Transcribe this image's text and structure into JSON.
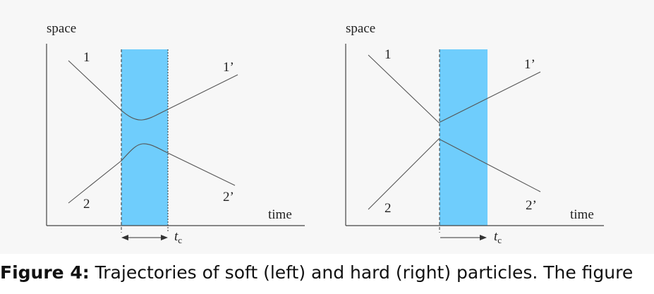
{
  "figure": {
    "left_panel": {
      "y_axis_label": "space",
      "x_axis_label": "time",
      "label_1": "1",
      "label_2": "2",
      "label_1p": "1’",
      "label_2p": "2’",
      "tc_label_italic": "t",
      "tc_label_sub": "c"
    },
    "right_panel": {
      "y_axis_label": "space",
      "x_axis_label": "time",
      "label_1": "1",
      "label_2": "2",
      "label_1p": "1’",
      "label_2p": "2’",
      "tc_label_italic": "t",
      "tc_label_sub": "c"
    },
    "band_color": "#6fcdfc"
  },
  "caption": {
    "label": "Figure 4:",
    "text": " Trajectories of soft (left) and hard (right) particles. The figure"
  }
}
